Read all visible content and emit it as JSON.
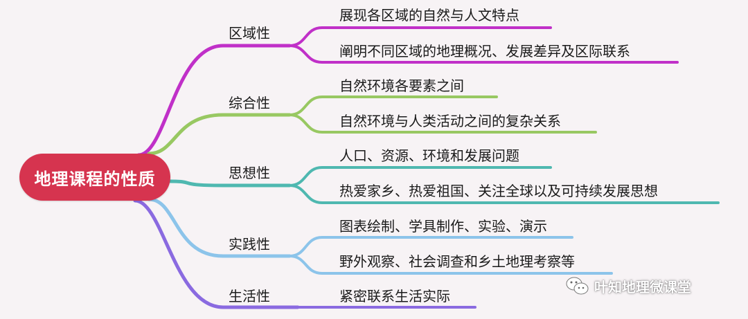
{
  "root": {
    "label": "地理课程的性质",
    "color": "#d6344f"
  },
  "branches": [
    {
      "label": "区域性",
      "color": "#c030c8",
      "leaves": [
        "展现各区域的自然与人文特点",
        "阐明不同区域的地理概况、发展差异及区际联系"
      ]
    },
    {
      "label": "综合性",
      "color": "#98c862",
      "leaves": [
        "自然环境各要素之间",
        "自然环境与人类活动之间的复杂关系"
      ]
    },
    {
      "label": "思想性",
      "color": "#4fb8b0",
      "leaves": [
        "人口、资源、环境和发展问题",
        "热爱家乡、热爱祖国、关注全球以及可持续发展思想"
      ]
    },
    {
      "label": "实践性",
      "color": "#8cc4ea",
      "leaves": [
        "图表绘制、学具制作、实验、演示",
        "野外观察、社会调查和乡土地理考察等"
      ]
    },
    {
      "label": "生活性",
      "color": "#8a6ae0",
      "leaves": [
        "紧密联系生活实际"
      ]
    }
  ],
  "watermark": {
    "text": "叶知地理微课堂",
    "icon": "wechat-icon"
  }
}
